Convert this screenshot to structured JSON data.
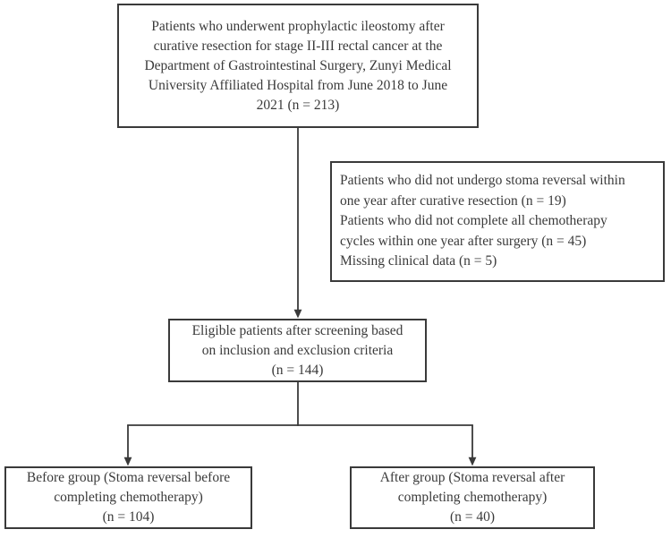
{
  "figure": {
    "type": "flowchart",
    "background_color": "#ffffff",
    "line_color": "#3a3a3a",
    "text_color": "#3a3a3a"
  },
  "boxes": {
    "enrollment": {
      "lines": [
        "Patients who underwent prophylactic ileostomy after",
        "curative resection for stage II-III rectal cancer at the",
        "Department of Gastrointestinal Surgery, Zunyi Medical",
        "University Affiliated Hospital from June 2018 to June",
        "2021 (n = 213)"
      ],
      "n": 213
    },
    "exclusion": {
      "lines": [
        "Patients who did not undergo stoma reversal within",
        "one year after curative resection (n = 19)",
        "Patients who did not complete all chemotherapy",
        "cycles within one year after surgery (n = 45)",
        "Missing clinical data (n = 5)"
      ],
      "excluded_counts": [
        19,
        45,
        5
      ]
    },
    "eligible": {
      "lines": [
        "Eligible patients after screening based",
        "on inclusion and exclusion criteria",
        "(n = 144)"
      ],
      "n": 144
    },
    "before_group": {
      "lines": [
        "Before group (Stoma reversal before",
        "completing chemotherapy)",
        "(n = 104)"
      ],
      "n": 104
    },
    "after_group": {
      "lines": [
        "After group (Stoma reversal after",
        "completing chemotherapy)",
        "(n = 40)"
      ],
      "n": 40
    }
  }
}
